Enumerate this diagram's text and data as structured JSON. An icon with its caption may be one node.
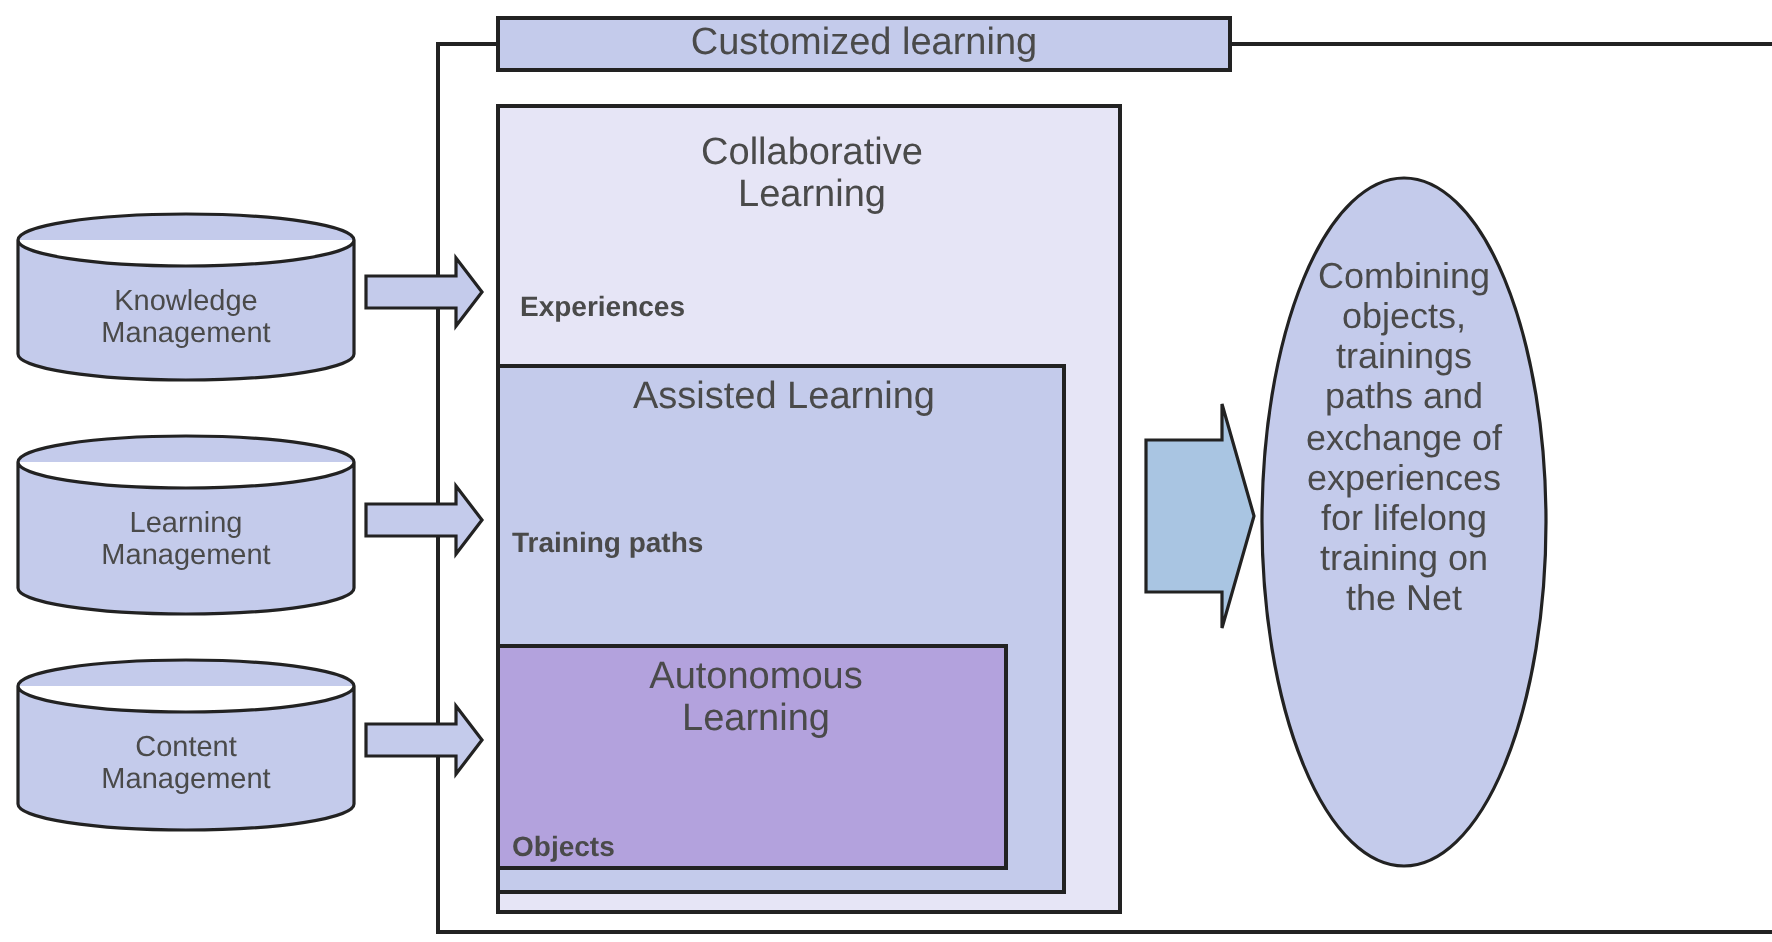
{
  "diagram": {
    "nodes": [
      {
        "text": [
          "Customized learning"
        ]
      },
      {
        "text": [
          "Collaborative Learning",
          "Experiences"
        ],
        "in": 0
      },
      {
        "text": [
          "Assisted Learning",
          "Training paths"
        ],
        "in": 1
      },
      {
        "text": [
          "Autonomous Learning",
          "Objects"
        ],
        "in": 2
      },
      {
        "text": [
          "Knowledge Management"
        ]
      },
      {
        "text": [
          "Learning Management"
        ]
      },
      {
        "text": [
          "Content Management"
        ]
      },
      {
        "text": [
          "Combining objects, trainings paths and exchange of experiences for lifelong training on the Net"
        ],
        "in": 0
      }
    ],
    "edges": [
      {
        "from": 4,
        "to": 1,
        "arrow": "to"
      },
      {
        "from": 5,
        "to": 2,
        "arrow": "to"
      },
      {
        "from": 6,
        "to": 3,
        "arrow": "to"
      },
      {
        "from": 1,
        "to": 7,
        "arrow": "to",
        "style": "thick",
        "color": "#a9c5e2"
      }
    ]
  }
}
